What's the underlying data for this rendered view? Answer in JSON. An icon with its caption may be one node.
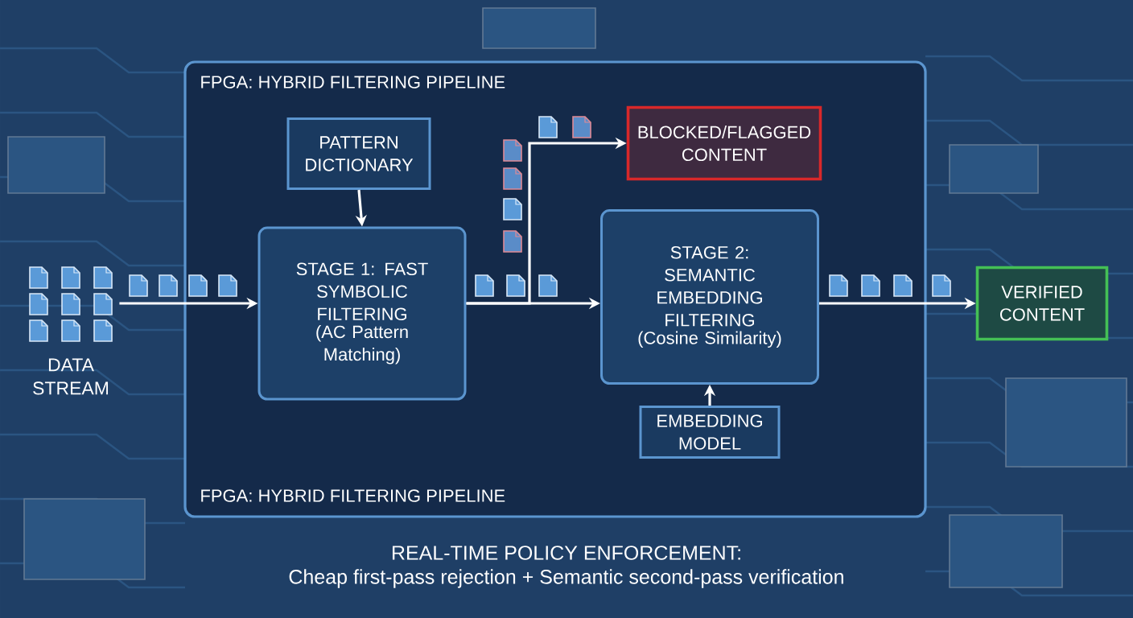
{
  "diagram": {
    "nodes": [
      {
        "text": [
          "FPGA: HYBRID FILTERING PIPELINE",
          "FPGA: HYBRID FILTERING PIPELINE"
        ]
      },
      {
        "text": [
          "DATA STREAM"
        ]
      },
      {
        "text": [
          "PATTERN DICTIONARY"
        ],
        "in": 0
      },
      {
        "text": [
          "STAGE 1: FAST SYMBOLIC FILTERING",
          "(AC Pattern Matching)"
        ],
        "in": 0
      },
      {
        "text": [
          "BLOCKED/FLAGGED CONTENT"
        ],
        "in": 0
      },
      {
        "text": [
          "STAGE 2: SEMANTIC EMBEDDING FILTERING",
          "(Cosine Similarity)"
        ],
        "in": 0
      },
      {
        "text": [
          "EMBEDDING MODEL"
        ],
        "in": 0
      },
      {
        "text": [
          "VERIFIED CONTENT"
        ]
      }
    ],
    "edges": [
      {
        "from": 1,
        "to": 3,
        "arrow": "to"
      },
      {
        "from": 2,
        "to": 3,
        "arrow": "to"
      },
      {
        "from": 3,
        "to": 5,
        "arrow": "to"
      },
      {
        "from": 3,
        "to": 4,
        "arrow": "to"
      },
      {
        "from": 5,
        "to": 7,
        "arrow": "to"
      },
      {
        "from": 6,
        "to": 5,
        "arrow": "to"
      }
    ],
    "labels": [
      "REAL-TIME POLICY ENFORCEMENT:",
      "Cheap first-pass rejection + Semantic second-pass verification"
    ]
  }
}
